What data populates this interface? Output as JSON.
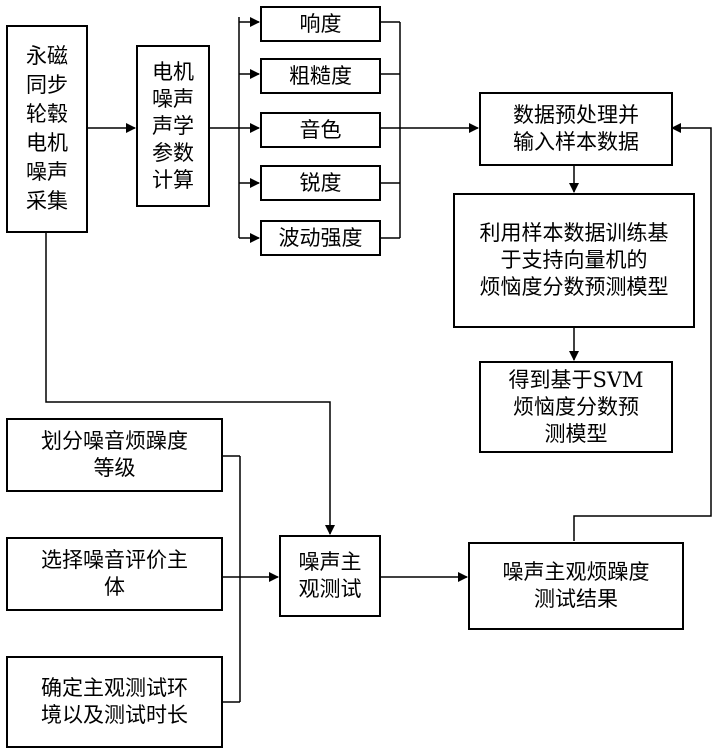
{
  "nodes": {
    "collect": "永磁\n同步\n轮毂\n电机\n噪声\n采集",
    "calc": "电机\n噪声\n声学\n参数\n计算",
    "loudness": "响度",
    "roughness": "粗糙度",
    "tone": "音色",
    "sharpness": "锐度",
    "fluctuation": "波动强度",
    "preprocess": "数据预处理并\n输入样本数据",
    "train": "利用样本数据训练基\n于支持向量机的\n烦恼度分数预测模型",
    "svm_model": "得到基于SVM\n烦恼度分数预\n测模型",
    "divide_levels": "划分噪音烦躁度\n等级",
    "select_subject": "选择噪音评价主\n体",
    "test_env": "确定主观测试环\n境以及测试时长",
    "subjective_test": "噪声主\n观测试",
    "test_result": "噪声主观烦躁度\n测试结果"
  }
}
